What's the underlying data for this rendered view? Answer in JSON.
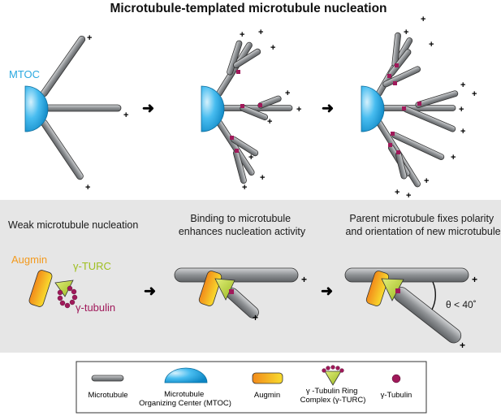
{
  "title": "Microtubule-templated microtubule nucleation",
  "top": {
    "mtoc_label": "MTOC",
    "plus": "+"
  },
  "stages": [
    {
      "caption_lines": [
        "Weak microtubule nucleation"
      ]
    },
    {
      "caption_lines": [
        "Binding to microtubule",
        "enhances nucleation activity"
      ]
    },
    {
      "caption_lines": [
        "Parent microtubule fixes polarity",
        "and orientation of new microtubule"
      ]
    }
  ],
  "stage1_labels": {
    "augmin": "Augmin",
    "gamma_turc": "γ-TURC",
    "gamma_tubulin": "γ-tubulin"
  },
  "angle_label": "θ < 40˚",
  "legend": {
    "items": [
      {
        "lines": [
          "Microtubule"
        ]
      },
      {
        "lines": [
          "Microtubule",
          "Organizing Center (MTOC)"
        ]
      },
      {
        "lines": [
          "Augmin"
        ]
      },
      {
        "lines": [
          "γ -Tubulin Ring",
          "Complex (γ-TURC)"
        ]
      },
      {
        "lines": [
          "γ-Tubulin"
        ]
      }
    ]
  },
  "colors": {
    "mtoc_blue": "#2aa8e0",
    "augmin_orange": "#f39a1e",
    "augmin_yellow": "#f6d02a",
    "turc_green": "#bfd730",
    "tubulin_magenta": "#a0195a",
    "panel_gray": "#e6e6e6",
    "microtubule_gray": "#8a8d90"
  }
}
